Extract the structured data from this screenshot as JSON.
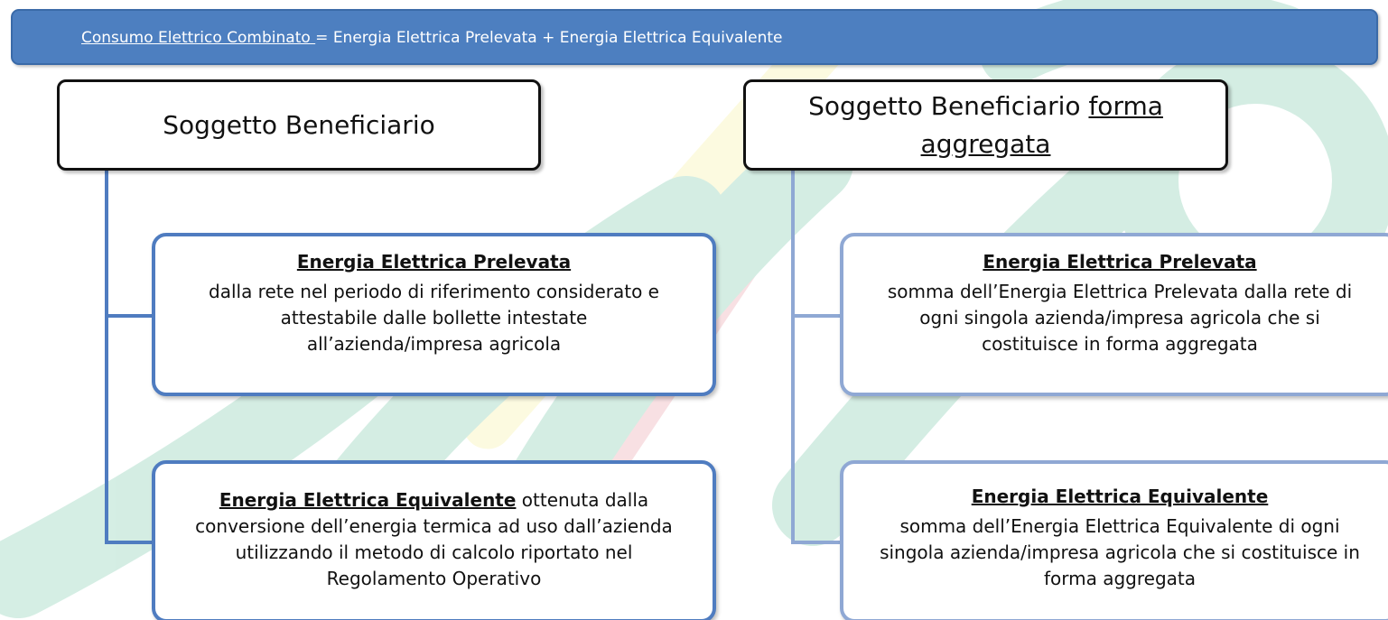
{
  "header": {
    "term": "Consumo Elettrico Combinato ",
    "formula": "= Energia Elettrica Prelevata + Energia Elettrica Equivalente"
  },
  "left": {
    "title": "Soggetto Beneficiario",
    "box1": {
      "heading": "Energia Elettrica Prelevata",
      "line1": "dalla rete nel periodo di riferimento considerato e",
      "line2": "attestabile dalle bollette intestate",
      "line3": "all’azienda/impresa agricola"
    },
    "box2": {
      "heading": "Energia Elettrica Equivalente",
      "line1_tail": " ottenuta dalla",
      "line2": "conversione dell’energia termica ad uso dall’azienda",
      "line3": "utilizzando il metodo di calcolo riportato nel",
      "line4": "Regolamento Operativo"
    }
  },
  "right": {
    "title_plain": "Soggetto Beneficiario ",
    "title_underlined_1": "forma",
    "title_underlined_2": "aggregata",
    "box1": {
      "heading": "Energia Elettrica Prelevata",
      "line1": "somma dell’Energia Elettrica Prelevata dalla rete di",
      "line2": "ogni singola azienda/impresa agricola che si",
      "line3": "costituisce in forma aggregata"
    },
    "box2": {
      "heading": "Energia Elettrica Equivalente",
      "line1": "somma dell’Energia Elettrica Equivalente di ogni",
      "line2": "singola azienda/impresa agricola che si costituisce in",
      "line3": "forma aggregata"
    }
  },
  "colors": {
    "banner": "#4d7fc0",
    "connector": "#4f7cc0",
    "connector_light": "#8fa8d4",
    "box_border": "#4f7cc0",
    "watermark_green": "#2ca87a",
    "watermark_yellow": "#f3ea6a",
    "watermark_red": "#e06a78",
    "watermark_blue": "#7fb6e6"
  }
}
